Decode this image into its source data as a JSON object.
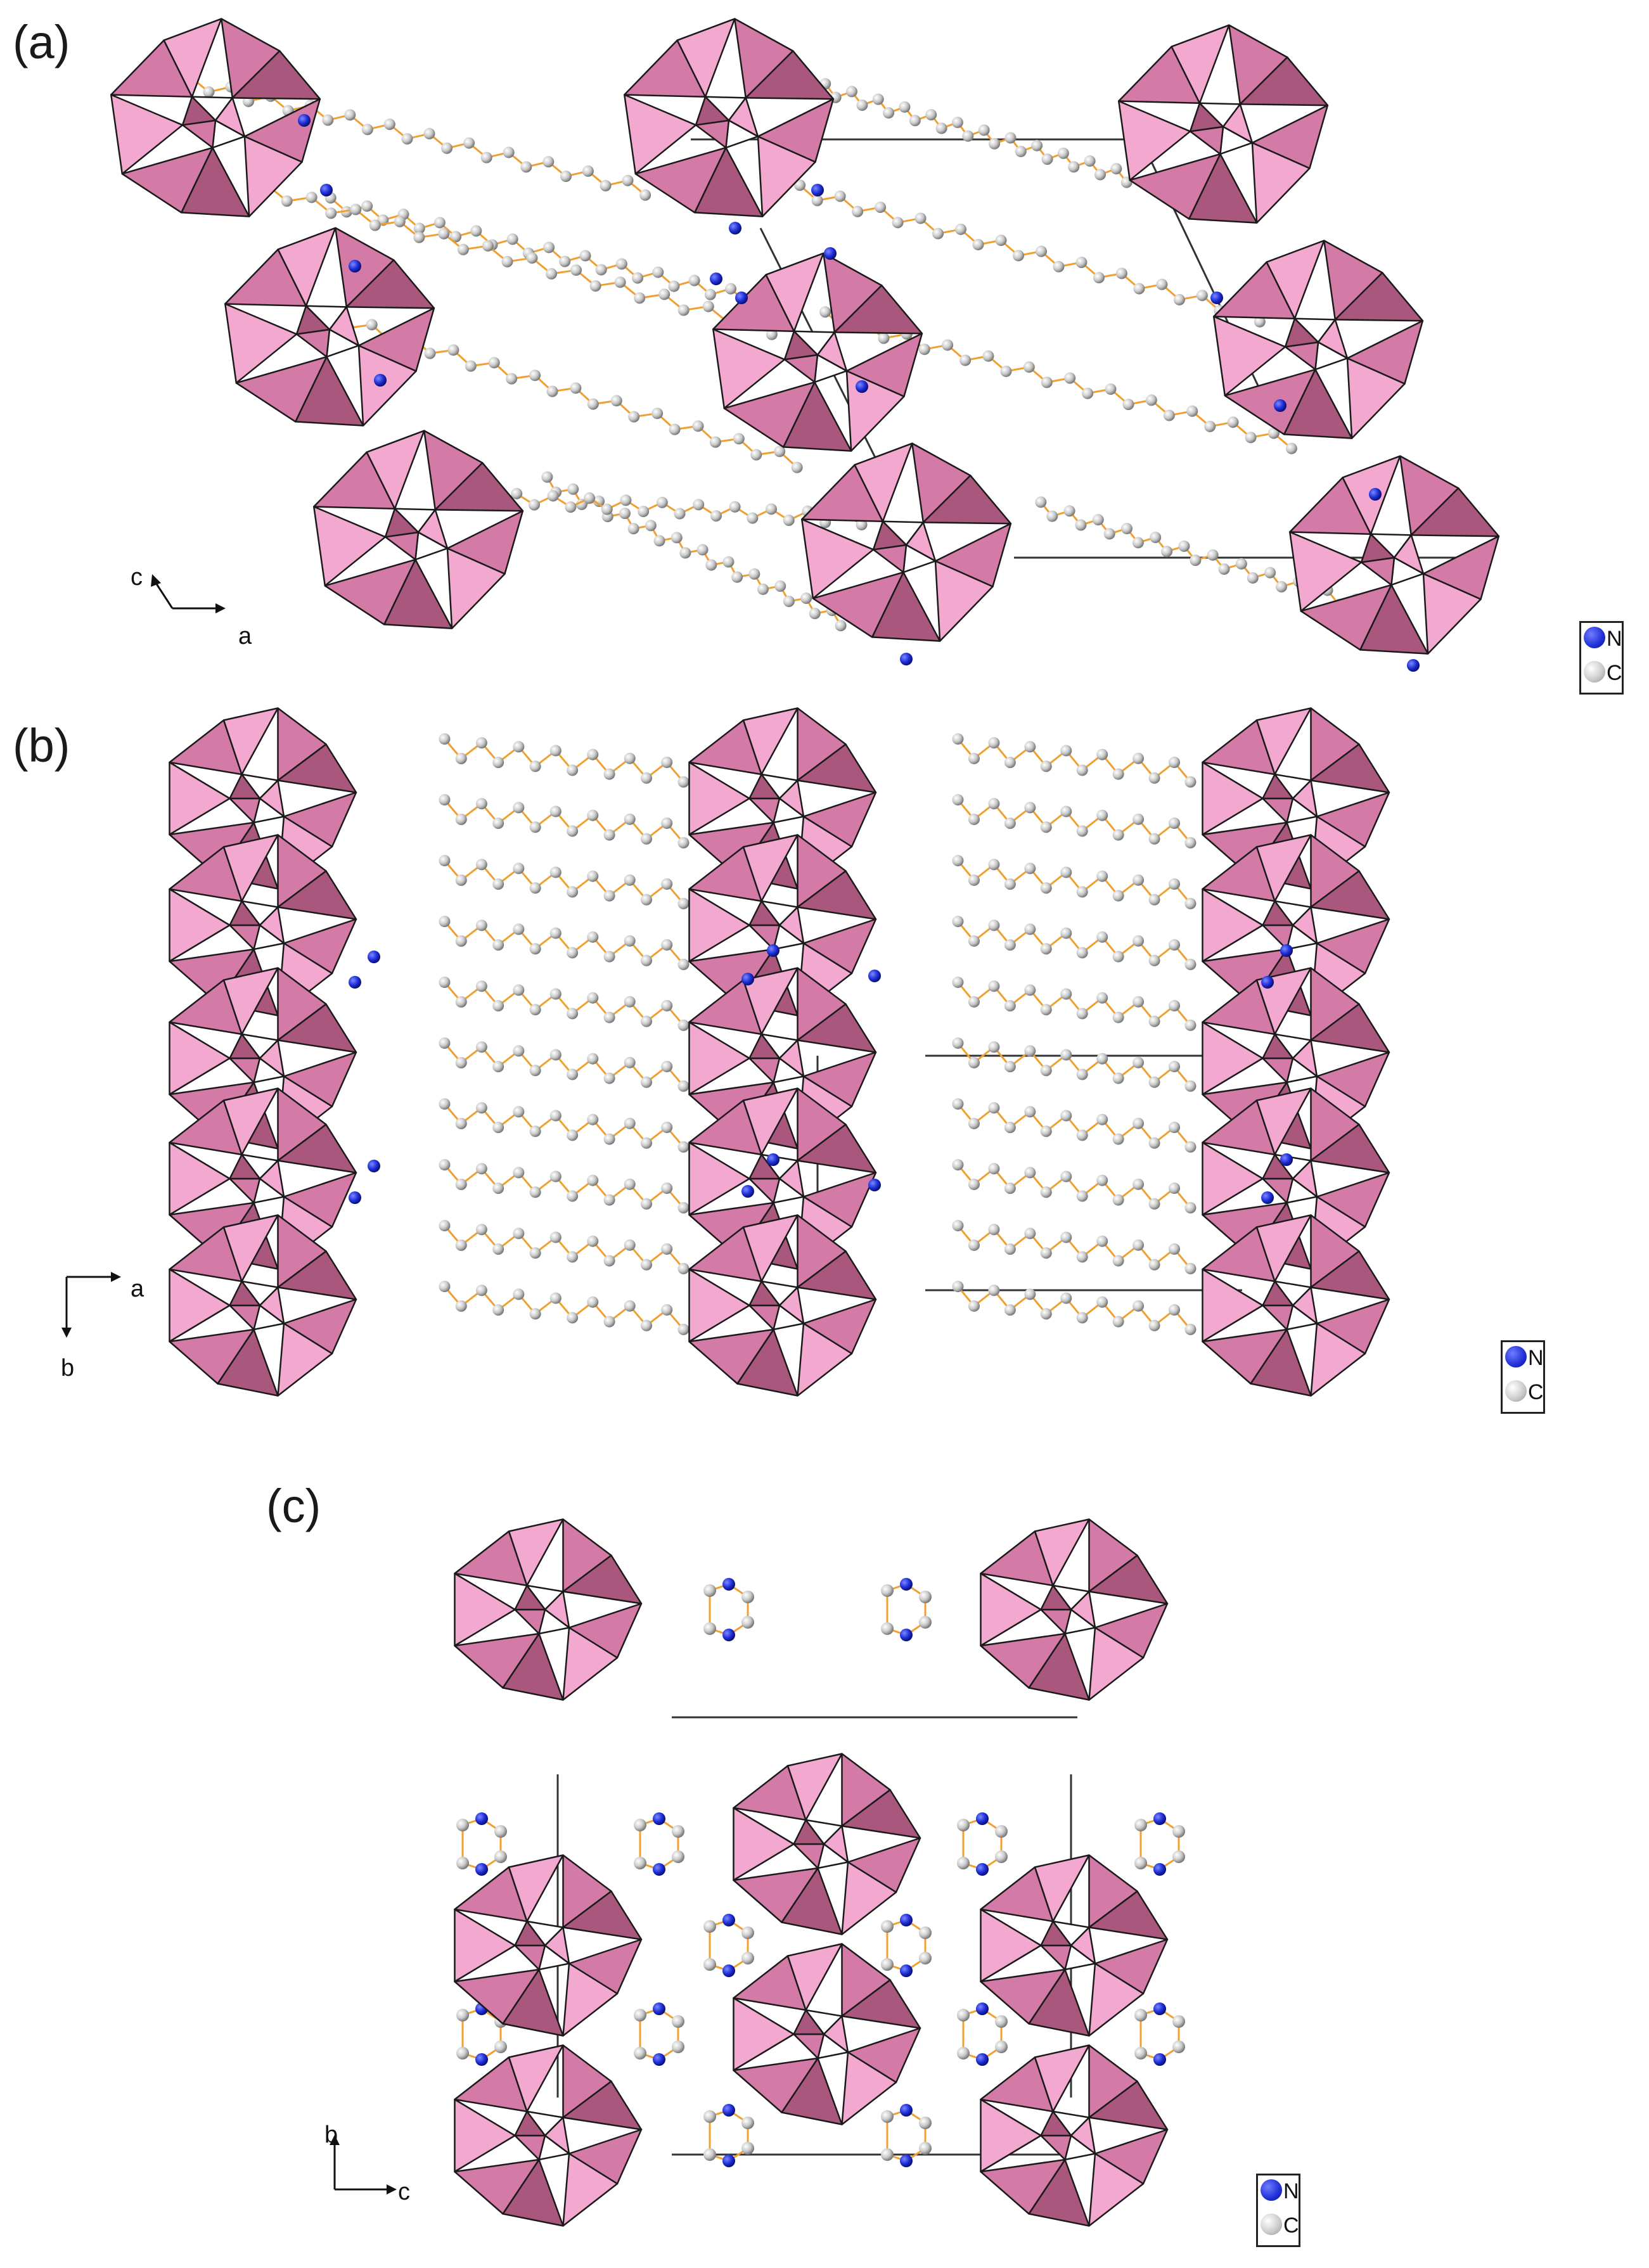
{
  "figure": {
    "panels": [
      {
        "label": "(a)",
        "axis_h": "a",
        "axis_v": "c"
      },
      {
        "label": "(b)",
        "axis_h": "a",
        "axis_v": "b"
      },
      {
        "label": "(c)",
        "axis_h": "c",
        "axis_v": "b"
      }
    ],
    "legend": [
      {
        "element": "N",
        "color": "#1f2fd6"
      },
      {
        "element": "C",
        "color": "#c8c8c8"
      }
    ],
    "colors": {
      "polyhedra_light": "#f3a8d0",
      "polyhedra_mid": "#d37aa6",
      "polyhedra_dark": "#a9577d",
      "bond": "#f0a030",
      "cell_edge": "#333333"
    }
  }
}
